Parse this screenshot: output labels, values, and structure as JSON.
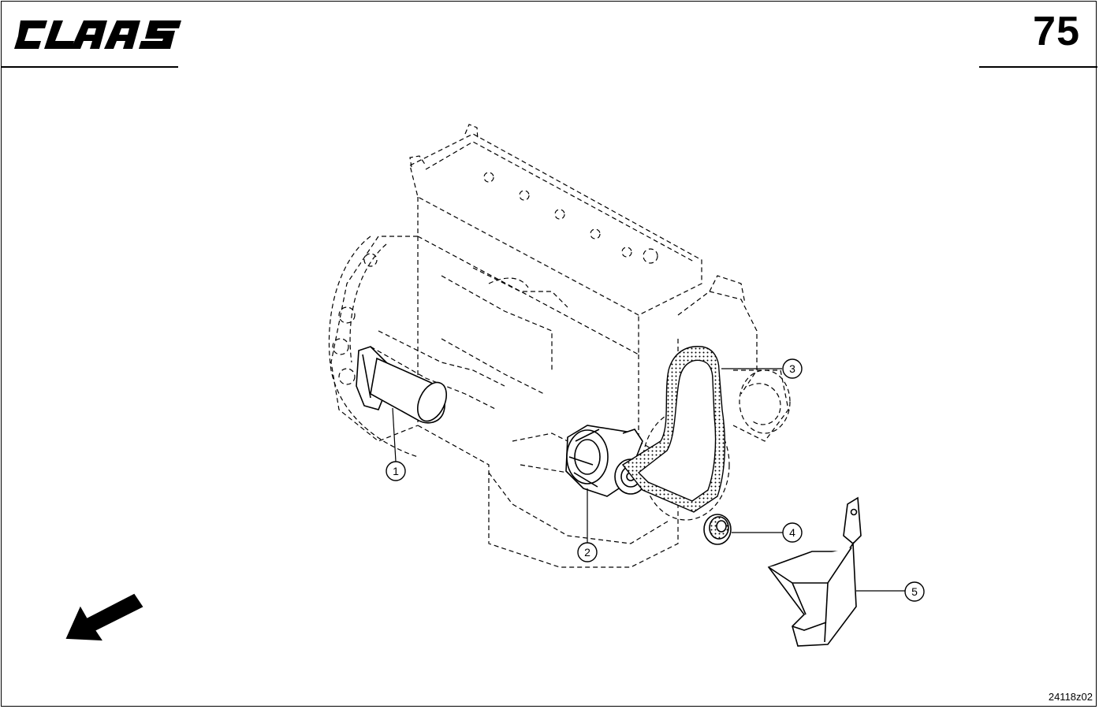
{
  "header": {
    "logo_text": "CLAAS",
    "page_number": "75"
  },
  "callouts": [
    {
      "id": "1",
      "label": "1"
    },
    {
      "id": "2",
      "label": "2"
    },
    {
      "id": "3",
      "label": "3"
    },
    {
      "id": "4",
      "label": "4"
    },
    {
      "id": "5",
      "label": "5"
    }
  ],
  "footer": {
    "drawing_code": "24118z02"
  },
  "icons": {
    "direction_arrow": "direction-arrow-icon"
  }
}
